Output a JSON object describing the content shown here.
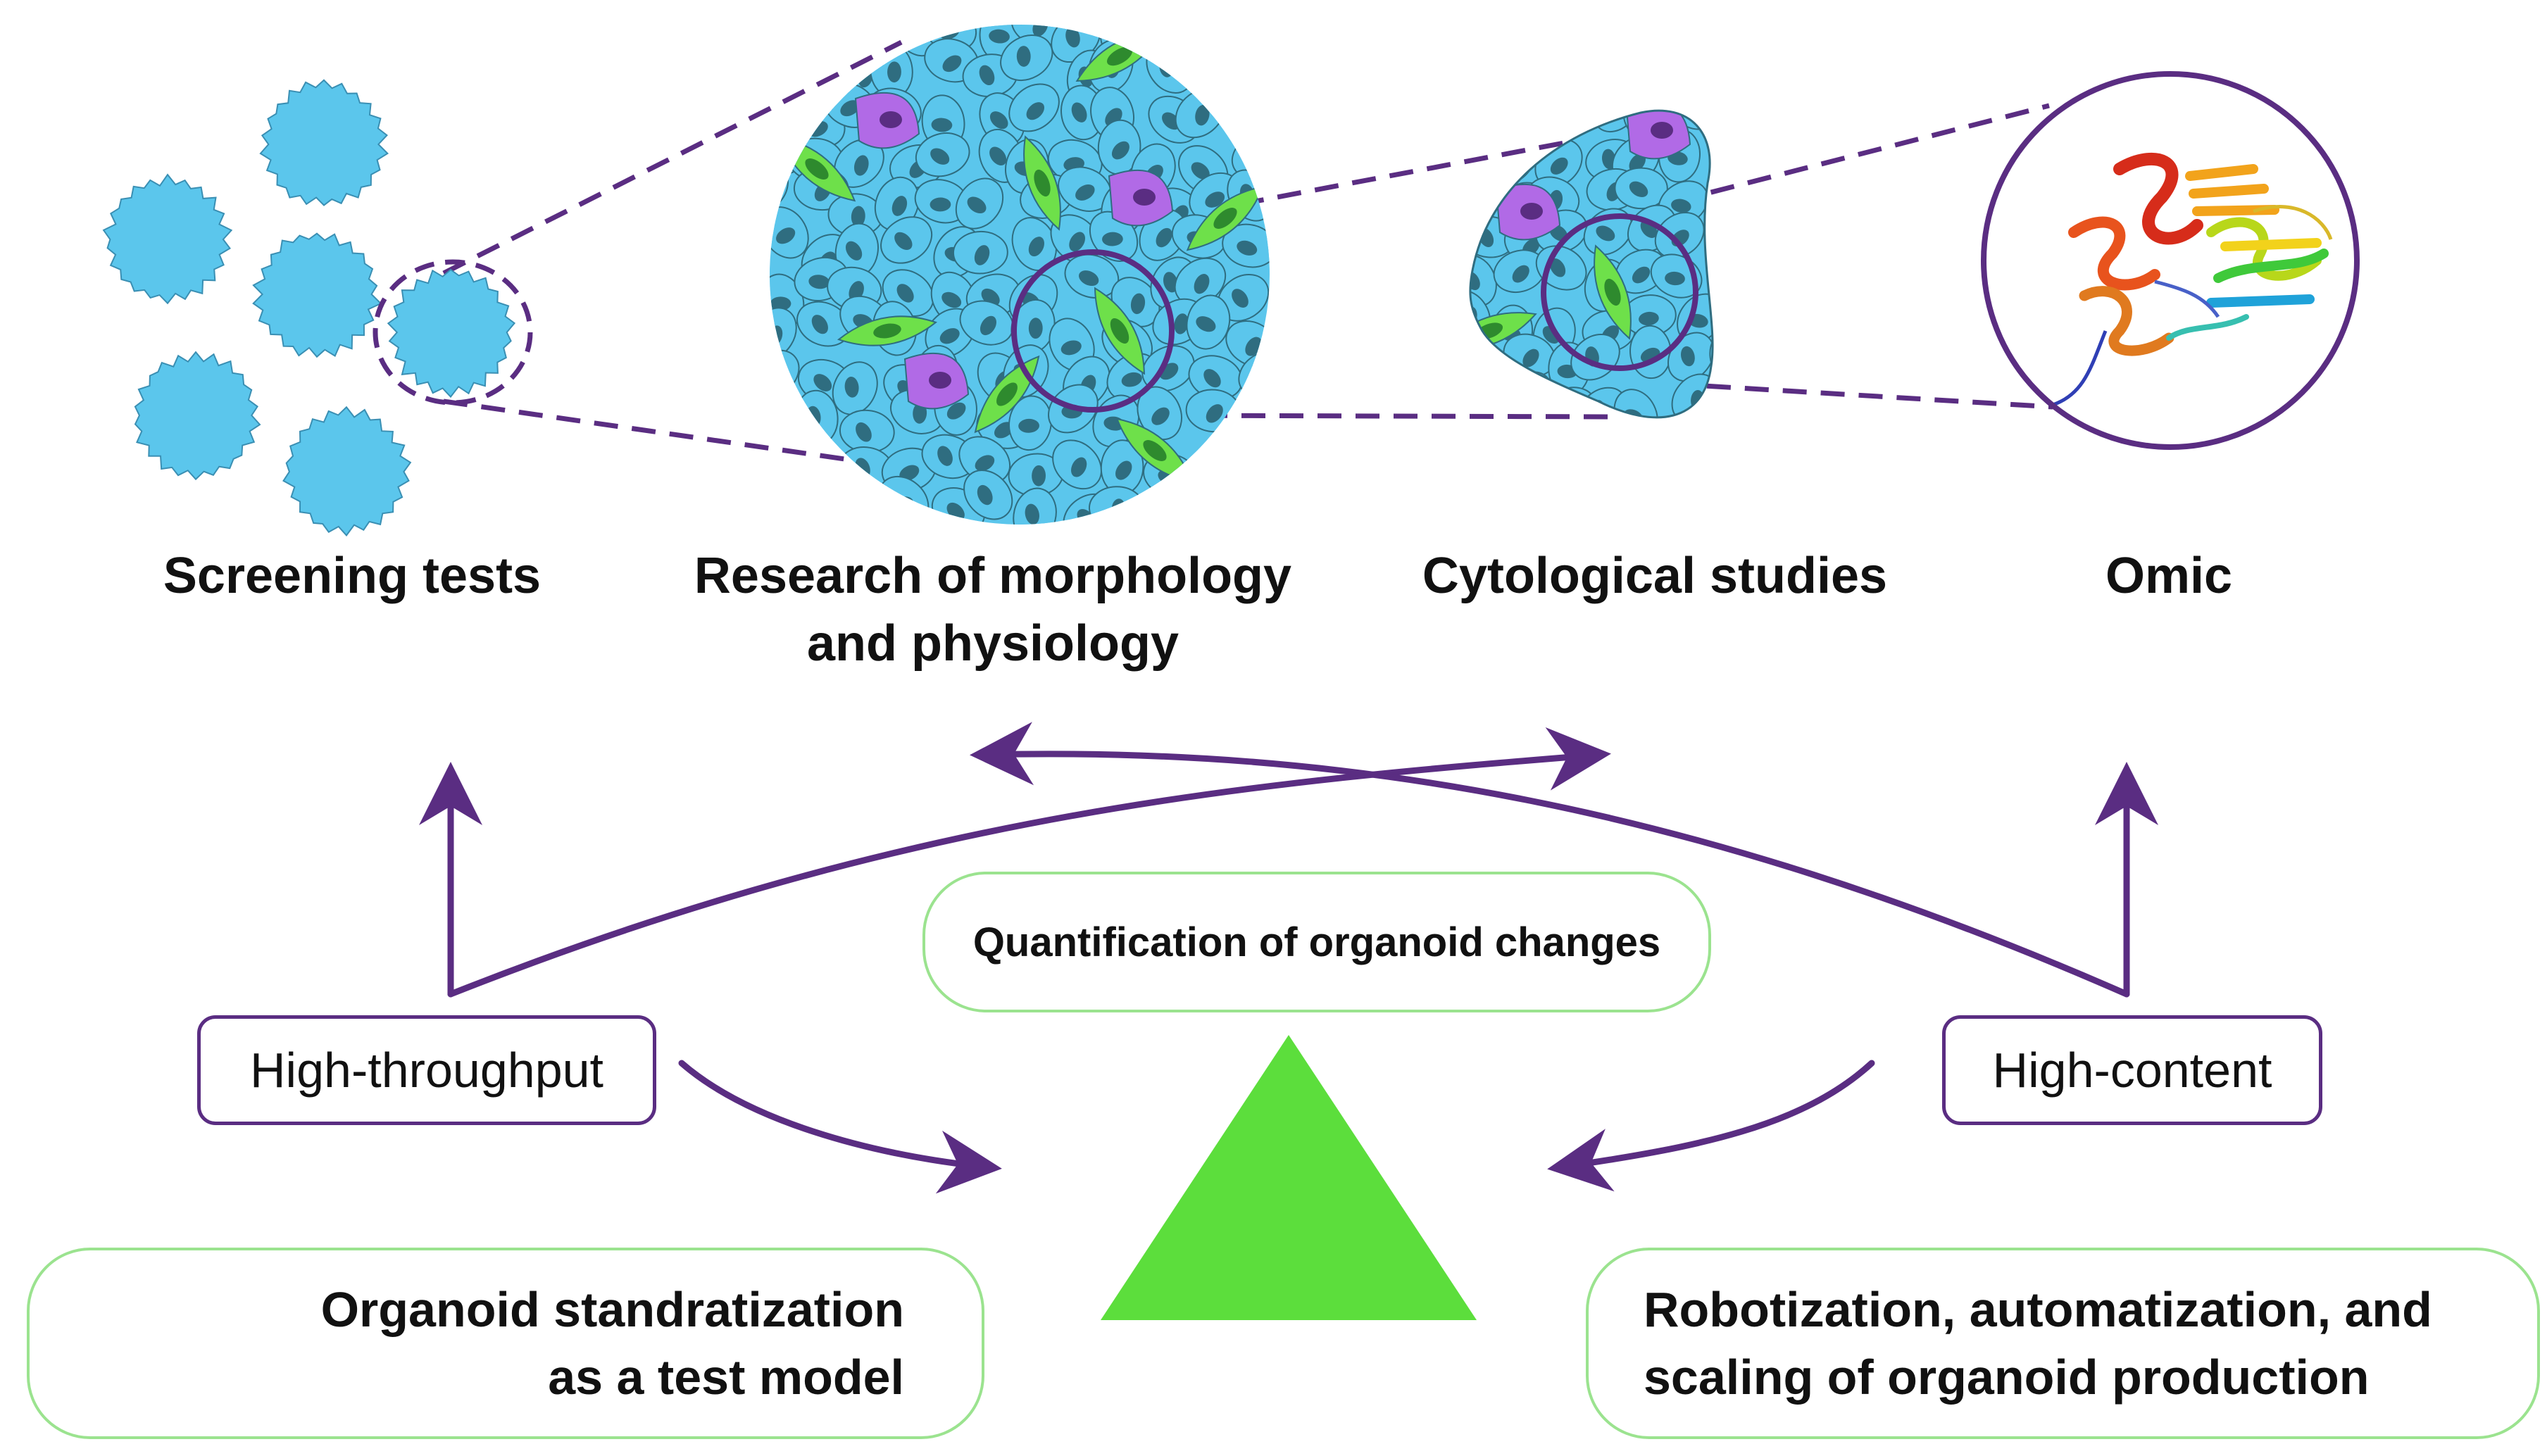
{
  "stages": {
    "screening": "Screening tests",
    "morphology_line1": "Research of morphology",
    "morphology_line2": "and physiology",
    "cytological": "Cytological studies",
    "omic": "Omic"
  },
  "center_box": "Quantification of organoid changes",
  "left_tag": "High-throughput",
  "right_tag": "High-content",
  "bottom_left": {
    "line1": "Organoid standratization",
    "line2": "as a test model"
  },
  "bottom_right": {
    "line1": "Robotization, automatization, and",
    "line2": "scaling of organoid production"
  },
  "colors": {
    "cell_blue": "#5bc6ec",
    "nucleus": "#2f6d80",
    "cell_green": "#6ee04a",
    "cell_violet": "#b16ae6",
    "accent_purple": "#5a2d82",
    "triangle_green": "#5cde3c",
    "box_border_green": "#9be38f"
  }
}
